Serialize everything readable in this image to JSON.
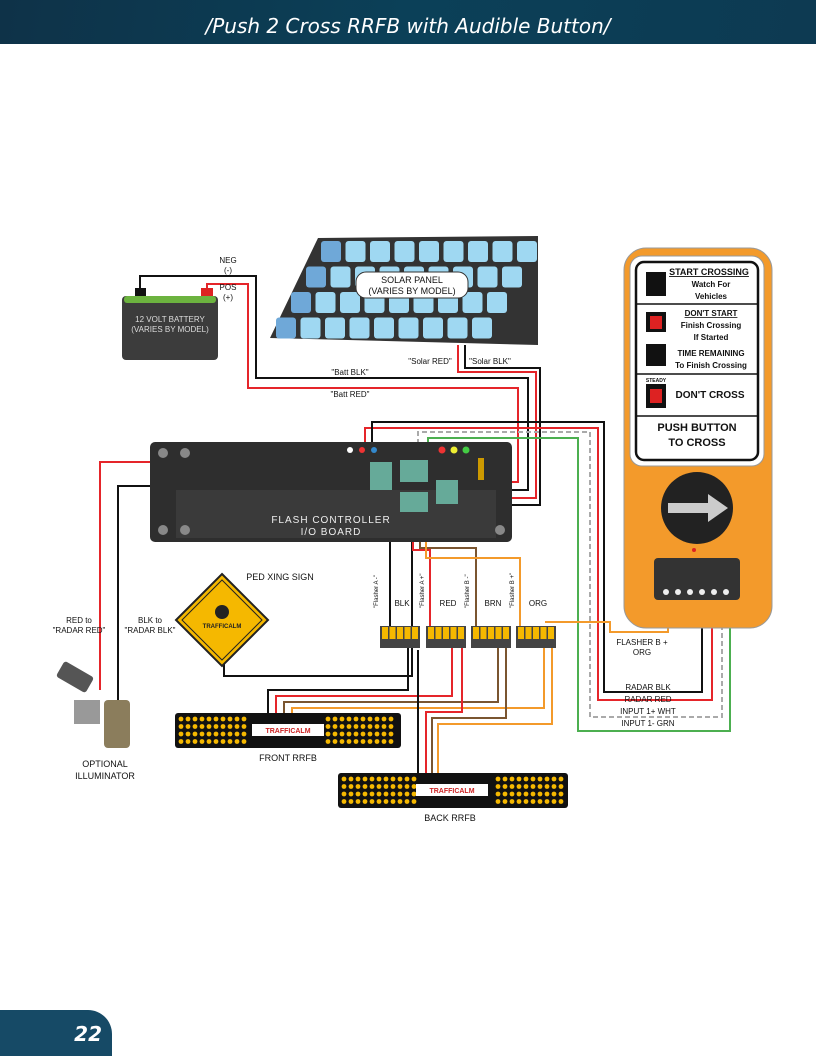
{
  "header": {
    "title": "/Push 2 Cross RRFB with Audible Button/"
  },
  "footer": {
    "page_number": "22"
  },
  "diagram": {
    "battery": {
      "line1": "12 VOLT  BATTERY",
      "line2": "(VARIES BY MODEL)",
      "neg": "NEG",
      "neg_sym": "(-)",
      "pos": "POS",
      "pos_sym": "(+)"
    },
    "solar": {
      "line1": "SOLAR PANEL",
      "line2": "(VARIES BY MODEL)",
      "red": "\"Solar RED\"",
      "blk": "\"Solar BLK\""
    },
    "batt_wires": {
      "blk": "\"Batt BLK\"",
      "red": "\"Batt RED\""
    },
    "controller": {
      "line1": "FLASH CONTROLLER",
      "line2": "I/O BOARD"
    },
    "ped_sign": {
      "label": "PED XING SIGN",
      "logo": "TRAFFICALM"
    },
    "illuminator": {
      "line1": "OPTIONAL",
      "line2": "ILLUMINATOR",
      "red_line1": "RED to",
      "red_line2": "\"RADAR RED\"",
      "blk_line1": "BLK to",
      "blk_line2": "\"RADAR BLK\""
    },
    "flashers": [
      {
        "name": "\"Flasher A -\"",
        "color": "BLK",
        "wire": "#111111"
      },
      {
        "name": "\"Flasher A +\"",
        "color": "RED",
        "wire": "#e5252a"
      },
      {
        "name": "\"Flasher B -\"",
        "color": "BRN",
        "wire": "#7a5530"
      },
      {
        "name": "\"Flasher B +\"",
        "color": "ORG",
        "wire": "#f39a2b"
      }
    ],
    "front_rrfb": {
      "label": "FRONT RRFB",
      "logo": "TRAFFICALM"
    },
    "back_rrfb": {
      "label": "BACK RRFB",
      "logo": "TRAFFICALM"
    },
    "button_wires": {
      "flasher_b_line1": "FLASHER B +",
      "flasher_b_line2": "ORG",
      "radar_blk": "RADAR BLK",
      "radar_red": "RADAR RED",
      "input1_wht": "INPUT 1+ WHT",
      "input1_grn": "INPUT 1- GRN"
    },
    "push_button_sign": {
      "start_crossing": "START CROSSING",
      "watch_for": "Watch For",
      "vehicles": "Vehicles",
      "dont_start": "DON'T START",
      "finish_crossing": "Finish Crossing",
      "if_started": "If Started",
      "time_remaining": "TIME REMAINING",
      "to_finish": "To Finish Crossing",
      "steady": "STEADY",
      "dont_cross": "DON'T CROSS",
      "push_button": "PUSH BUTTON",
      "to_cross": "TO CROSS"
    }
  },
  "colors": {
    "header": "#0b3a52",
    "orange": "#f39a2b",
    "red_wire": "#e5252a",
    "green_wire": "#4caf50",
    "panel_cell": "#9fd8f2"
  }
}
